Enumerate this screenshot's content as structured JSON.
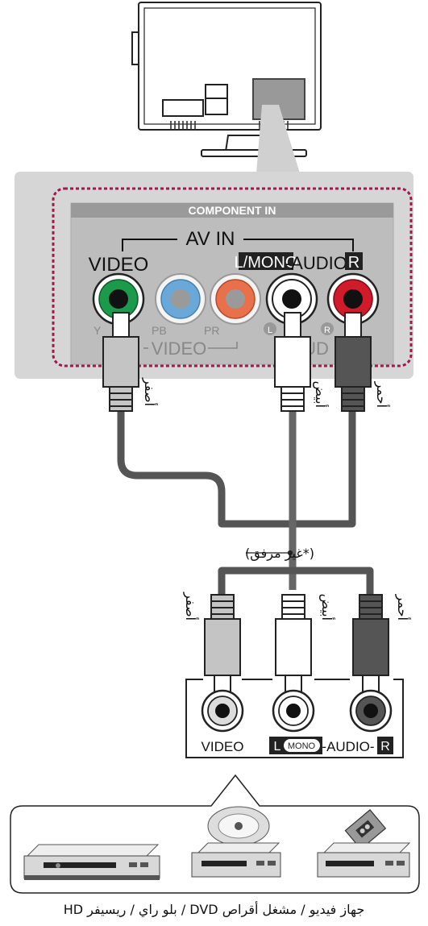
{
  "tv_panel": {
    "component_in": "COMPONENT IN",
    "av_in": "AV IN",
    "video": "VIDEO",
    "l_mono": "L/MONO",
    "audio": "-AUDIO-",
    "r": "R",
    "y": "Y",
    "pb": "PB",
    "pr": "PR",
    "l_small": "L",
    "r_small": "R",
    "video_bottom": "VIDEO",
    "aud_partial": "UD"
  },
  "cable_labels": {
    "yellow": "أصفر",
    "white": "أبيض",
    "red": "أحمر",
    "not_supplied": "(*غير مرفق)"
  },
  "device_panel": {
    "video": "VIDEO",
    "l": "L",
    "mono": "MONO",
    "audio": "-AUDIO-",
    "r": "R"
  },
  "caption": "جهاز فيديو / مشغل أقراص DVD / بلو راي / ريسيفر HD",
  "colors": {
    "green": "#1a9a4a",
    "blue": "#6aa8d8",
    "orange": "#e8704a",
    "red": "#d11a2a",
    "highlight": "#9b1b4a"
  }
}
